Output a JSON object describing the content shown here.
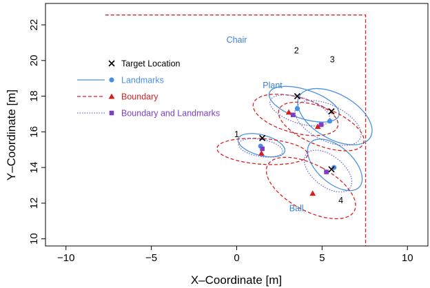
{
  "chart_data": {
    "type": "scatter",
    "xlabel": "X–Coordinate [m]",
    "ylabel": "Y–Coordinate [m]",
    "xlim": [
      -11.2,
      11.2
    ],
    "ylim": [
      9.6,
      23.2
    ],
    "xticks": [
      -10,
      -5,
      0,
      5,
      10
    ],
    "yticks": [
      10,
      12,
      14,
      16,
      18,
      20,
      22
    ],
    "xtick_labels": [
      "−10",
      "−5",
      "0",
      "5",
      "10"
    ],
    "ytick_labels": [
      "10",
      "12",
      "14",
      "16",
      "18",
      "20",
      "22"
    ],
    "grid": false,
    "legend_position": "upper-left",
    "colors": {
      "target": "#000000",
      "landmarks": "#4a90e2",
      "boundary": "#d62020",
      "both_marker": "#7b3fc4",
      "both_line": "#6a6ad8",
      "annotation": "#3a7fd5",
      "axis": "#000000"
    },
    "legend": [
      {
        "label": "Target Location",
        "marker": "cross",
        "line": "none",
        "color_key": "target"
      },
      {
        "label": "Landmarks",
        "marker": "circle",
        "line": "solid",
        "color_key": "landmarks"
      },
      {
        "label": "Boundary",
        "marker": "triangle",
        "line": "dashed",
        "color_key": "boundary"
      },
      {
        "label": "Boundary and Landmarks",
        "marker": "square",
        "line": "dotted",
        "color_key": "both_marker"
      }
    ],
    "boundary_walls": [
      [
        -7.7,
        22.55
      ],
      [
        7.55,
        22.55
      ],
      [
        7.55,
        9.6
      ]
    ],
    "landmark_labels": [
      {
        "text": "Chair",
        "x": 0.0,
        "y": 21.0
      },
      {
        "text": "Plant",
        "x": 2.1,
        "y": 18.45
      },
      {
        "text": "Ball",
        "x": 3.5,
        "y": 11.55
      }
    ],
    "target_labels": [
      {
        "text": "1",
        "x": 0.0,
        "y": 15.7
      },
      {
        "text": "2",
        "x": 3.5,
        "y": 20.4
      },
      {
        "text": "3",
        "x": 5.6,
        "y": 19.9
      },
      {
        "text": "4",
        "x": 6.1,
        "y": 12.0
      }
    ],
    "targets": [
      {
        "x": 1.5,
        "y": 15.65
      },
      {
        "x": 3.55,
        "y": 18.0
      },
      {
        "x": 5.55,
        "y": 17.15
      },
      {
        "x": 5.55,
        "y": 13.9
      }
    ],
    "series": [
      {
        "name": "Landmarks",
        "points": [
          {
            "x": 1.4,
            "y": 15.2
          },
          {
            "x": 3.55,
            "y": 17.3
          },
          {
            "x": 5.45,
            "y": 16.6
          },
          {
            "x": 5.7,
            "y": 14.0
          }
        ],
        "ellipses": [
          {
            "cx": 1.45,
            "cy": 15.25,
            "rx": 0.6,
            "ry": 1.35,
            "angle": 75
          },
          {
            "cx": 3.95,
            "cy": 17.55,
            "rx": 0.85,
            "ry": 2.05,
            "angle": 72
          },
          {
            "cx": 5.75,
            "cy": 16.85,
            "rx": 1.3,
            "ry": 2.3,
            "angle": 60
          },
          {
            "cx": 5.75,
            "cy": 14.15,
            "rx": 1.05,
            "ry": 1.85,
            "angle": 48
          }
        ]
      },
      {
        "name": "Boundary",
        "points": [
          {
            "x": 1.45,
            "y": 14.8
          },
          {
            "x": 3.05,
            "y": 17.1
          },
          {
            "x": 4.75,
            "y": 16.3
          },
          {
            "x": 4.45,
            "y": 12.55
          }
        ],
        "ellipses": [
          {
            "cx": 1.5,
            "cy": 14.9,
            "rx": 0.75,
            "ry": 2.55,
            "angle": 86
          },
          {
            "cx": 3.45,
            "cy": 16.95,
            "rx": 1.05,
            "ry": 2.45,
            "angle": 75
          },
          {
            "cx": 4.95,
            "cy": 16.3,
            "rx": 1.1,
            "ry": 2.55,
            "angle": 68
          },
          {
            "cx": 4.35,
            "cy": 12.85,
            "rx": 1.35,
            "ry": 2.75,
            "angle": 62
          }
        ]
      },
      {
        "name": "Boundary and Landmarks",
        "points": [
          {
            "x": 1.5,
            "y": 15.05
          },
          {
            "x": 3.3,
            "y": 16.95
          },
          {
            "x": 4.95,
            "y": 16.4
          },
          {
            "x": 5.25,
            "y": 13.75
          }
        ],
        "ellipses": [
          {
            "cx": 1.4,
            "cy": 15.1,
            "rx": 0.5,
            "ry": 1.25,
            "angle": 80
          },
          {
            "cx": 3.7,
            "cy": 17.2,
            "rx": 0.75,
            "ry": 1.75,
            "angle": 72
          },
          {
            "cx": 5.35,
            "cy": 16.5,
            "rx": 1.05,
            "ry": 2.0,
            "angle": 64
          },
          {
            "cx": 5.35,
            "cy": 13.8,
            "rx": 0.9,
            "ry": 1.55,
            "angle": 52
          }
        ]
      }
    ]
  }
}
